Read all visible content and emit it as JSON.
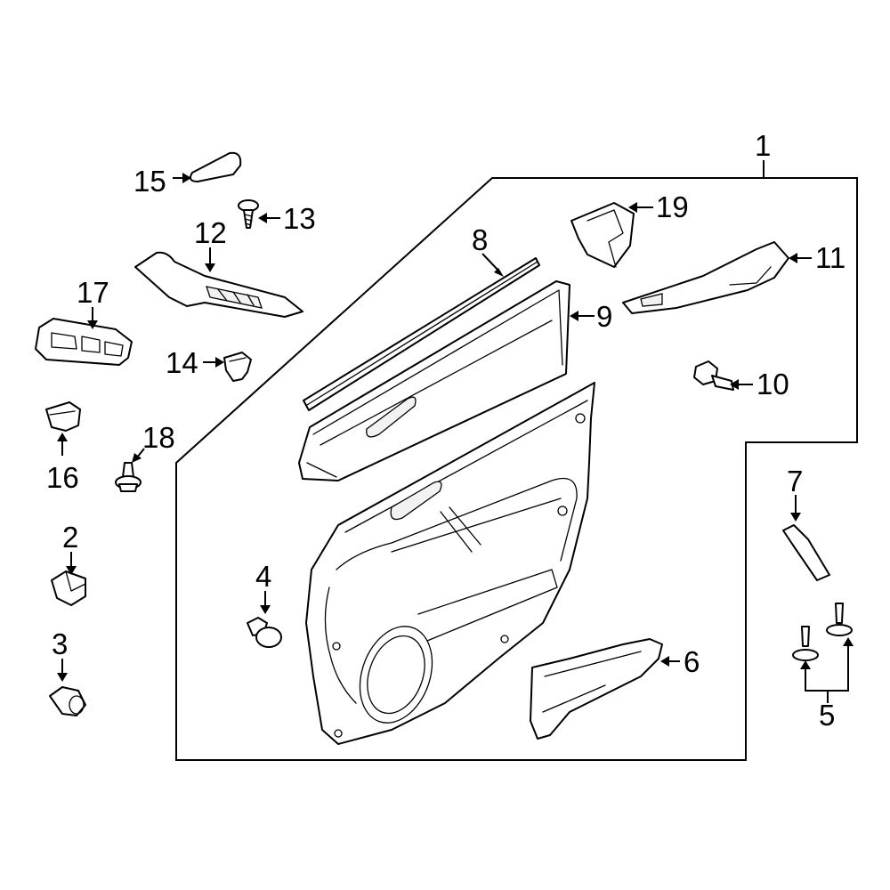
{
  "diagram": {
    "callouts": {
      "c1": "1",
      "c2": "2",
      "c3": "3",
      "c4": "4",
      "c5": "5",
      "c6": "6",
      "c7": "7",
      "c8": "8",
      "c9": "9",
      "c10": "10",
      "c11": "11",
      "c12": "12",
      "c13": "13",
      "c14": "14",
      "c15": "15",
      "c16": "16",
      "c17": "17",
      "c18": "18",
      "c19": "19"
    }
  }
}
